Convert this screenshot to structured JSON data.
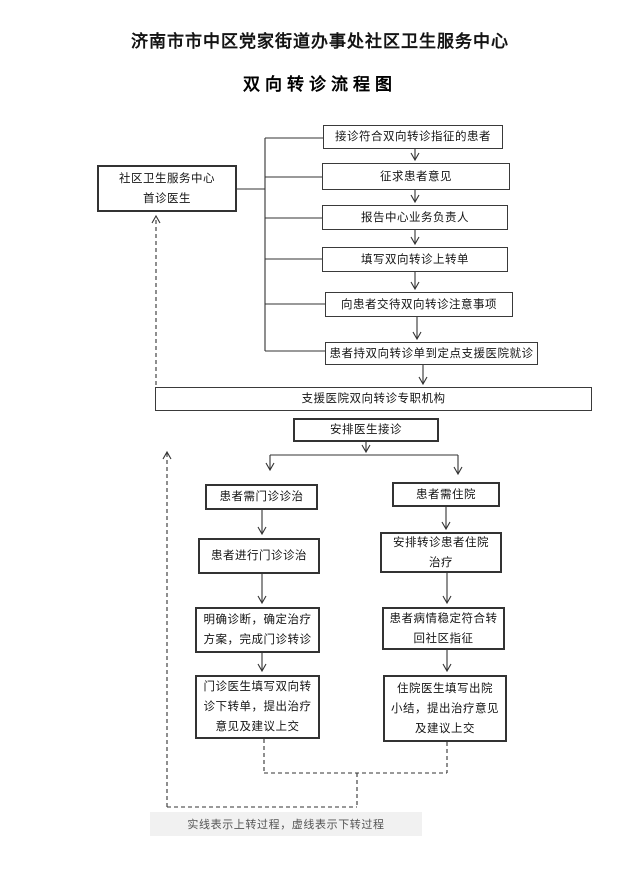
{
  "page": {
    "title": "济南市市中区党家街道办事处社区卫生服务中心",
    "subtitle": "双向转诊流程图",
    "legend_note": "实线表示上转过程，虚线表示下转过程"
  },
  "nodes": {
    "first_doctor": "社区卫生服务中心\n首诊医生",
    "step_receive": "接诊符合双向转诊指征的患者",
    "step_consent": "征求患者意见",
    "step_report": "报告中心业务负责人",
    "step_fill_form": "填写双向转诊上转单",
    "step_inform": "向患者交待双向转诊注意事项",
    "step_goto_hospital": "患者持双向转诊单到定点支援医院就诊",
    "hospital_org": "支援医院双向转诊专职机构",
    "arrange_doctor": "安排医生接诊",
    "need_outpatient": "患者需门诊诊治",
    "need_inpatient": "患者需住院",
    "do_outpatient": "患者进行门诊诊治",
    "arrange_inpatient": "安排转诊患者住院\n治疗",
    "diagnose": "明确诊断，确定治疗\n方案，完成门诊转诊",
    "stable": "患者病情稳定符合转\n回社区指征",
    "outpatient_form": "门诊医生填写双向转\n诊下转单，提出治疗\n意见及建议上交",
    "inpatient_form": "住院医生填写出院\n小结，提出治疗意见\n及建议上交"
  },
  "colors": {
    "text": "#1a1a1a",
    "line": "#333333",
    "box_border": "#3a3a3a",
    "legend_bg": "#f1f1f1",
    "legend_text": "#555555"
  }
}
